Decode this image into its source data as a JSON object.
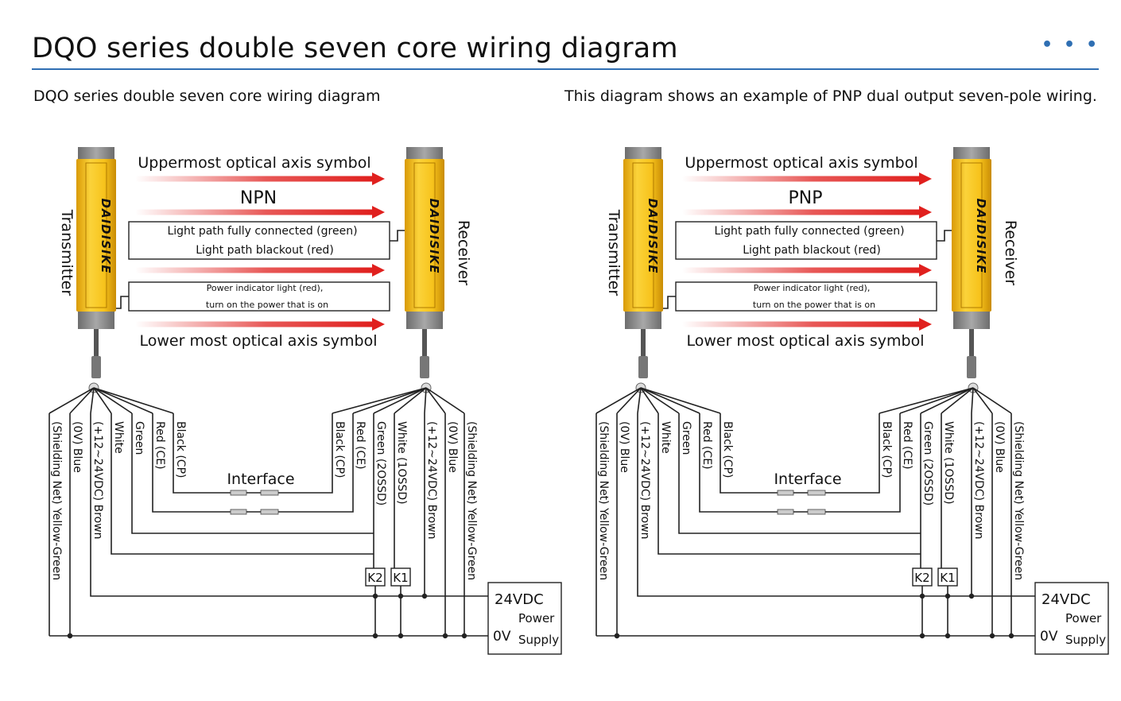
{
  "header": {
    "title": "DQO series double seven core wiring diagram"
  },
  "subtitles": {
    "left": "DQO series double seven core wiring diagram",
    "right": "This diagram shows an example of PNP dual output seven-pole wiring."
  },
  "brand": "DAIDISIKE",
  "colors": {
    "accent_line": "#2f6fb3",
    "device_yellow": "#f3c21b",
    "device_gray": "#8a8a8a",
    "arrow_red": "#e0201e"
  },
  "diagrams": [
    {
      "mode_label": "NPN",
      "transmitter_label": "Transmitter",
      "receiver_label": "Receiver",
      "top_axis_label": "Uppermost optical axis symbol",
      "bottom_axis_label": "Lower most optical axis symbol",
      "indicator_box_line1": "Light path fully connected (green)",
      "indicator_box_line2": "Light path blackout (red)",
      "power_box_line1": "Power indicator light (red),",
      "power_box_line2": "turn on the power that is on",
      "interface_label": "Interface",
      "transmitter_wires": [
        "(Shielding Net) Yellow-Green",
        "(0V) Blue",
        "(+12~24VDC) Brown",
        "White",
        "Green",
        "Red  (CE)",
        "Black  (CP)"
      ],
      "receiver_wires": [
        "Black  (CP)",
        "Red  (CE)",
        "Green (2OSSD)",
        "White (1OSSD)",
        "(+12~24VDC) Brown",
        "(0V) Blue",
        "(Shielding Net) Yellow-Green"
      ],
      "relay_labels": [
        "K2",
        "K1"
      ],
      "power_supply": {
        "voltage": "24VDC",
        "zero": "0V",
        "line1": "Power",
        "line2": "Supply"
      }
    },
    {
      "mode_label": "PNP",
      "transmitter_label": "Transmitter",
      "receiver_label": "Receiver",
      "top_axis_label": "Uppermost optical axis symbol",
      "bottom_axis_label": "Lower most optical axis symbol",
      "indicator_box_line1": "Light path fully connected (green)",
      "indicator_box_line2": "Light path blackout (red)",
      "power_box_line1": "Power indicator light (red),",
      "power_box_line2": "turn on the power that is on",
      "interface_label": "Interface",
      "transmitter_wires": [
        "(Shielding Net) Yellow-Green",
        "(0V) Blue",
        "(+12~24VDC) Brown",
        "White",
        "Green",
        "Red  (CE)",
        "Black  (CP)"
      ],
      "receiver_wires": [
        "Black  (CP)",
        "Red  (CE)",
        "Green (2OSSD)",
        "White (1OSSD)",
        "(+12~24VDC) Brown",
        "(0V) Blue",
        "(Shielding Net) Yellow-Green"
      ],
      "relay_labels": [
        "K2",
        "K1"
      ],
      "power_supply": {
        "voltage": "24VDC",
        "zero": "0V",
        "line1": "Power",
        "line2": "Supply"
      }
    }
  ]
}
